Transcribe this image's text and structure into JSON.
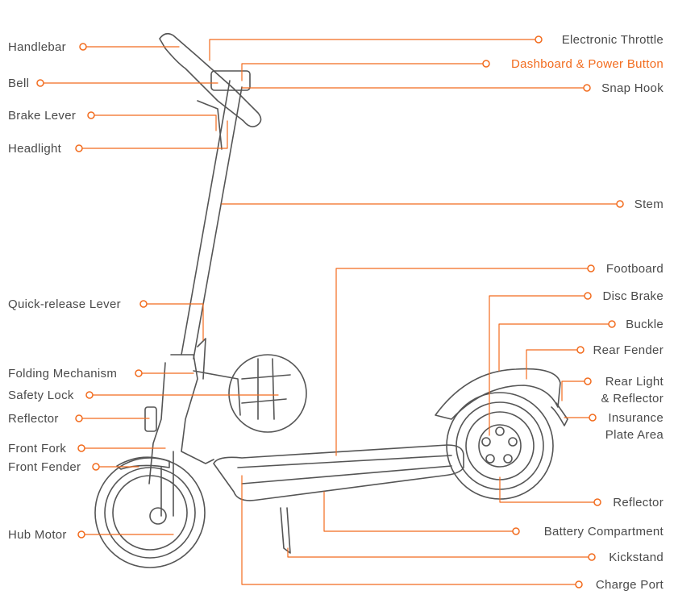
{
  "colors": {
    "accent": "#f26b1d",
    "text": "#4a4a4a",
    "line_art": "#555555"
  },
  "labels_left": [
    {
      "id": "handlebar",
      "text": "Handlebar"
    },
    {
      "id": "bell",
      "text": "Bell"
    },
    {
      "id": "brake-lever",
      "text": "Brake Lever"
    },
    {
      "id": "headlight",
      "text": "Headlight"
    },
    {
      "id": "quick-release-lever",
      "text": "Quick-release Lever"
    },
    {
      "id": "folding-mechanism",
      "text": "Folding Mechanism"
    },
    {
      "id": "safety-lock",
      "text": "Safety Lock"
    },
    {
      "id": "front-reflector",
      "text": "Reflector"
    },
    {
      "id": "front-fork",
      "text": "Front Fork"
    },
    {
      "id": "front-fender",
      "text": "Front Fender"
    },
    {
      "id": "hub-motor",
      "text": "Hub Motor"
    }
  ],
  "labels_right": [
    {
      "id": "electronic-throttle",
      "text": "Electronic Throttle"
    },
    {
      "id": "dashboard-power-button",
      "text": "Dashboard & Power Button",
      "highlighted": true
    },
    {
      "id": "snap-hook",
      "text": "Snap Hook"
    },
    {
      "id": "stem",
      "text": "Stem"
    },
    {
      "id": "footboard",
      "text": "Footboard"
    },
    {
      "id": "disc-brake",
      "text": "Disc Brake"
    },
    {
      "id": "buckle",
      "text": "Buckle"
    },
    {
      "id": "rear-fender",
      "text": "Rear Fender"
    },
    {
      "id": "rear-light-reflector",
      "text": "Rear Light\n& Reflector"
    },
    {
      "id": "insurance-plate-area",
      "text": "Insurance\nPlate Area"
    },
    {
      "id": "rear-reflector",
      "text": "Reflector"
    },
    {
      "id": "battery-compartment",
      "text": "Battery Compartment"
    },
    {
      "id": "kickstand",
      "text": "Kickstand"
    },
    {
      "id": "charge-port",
      "text": "Charge Port"
    }
  ]
}
